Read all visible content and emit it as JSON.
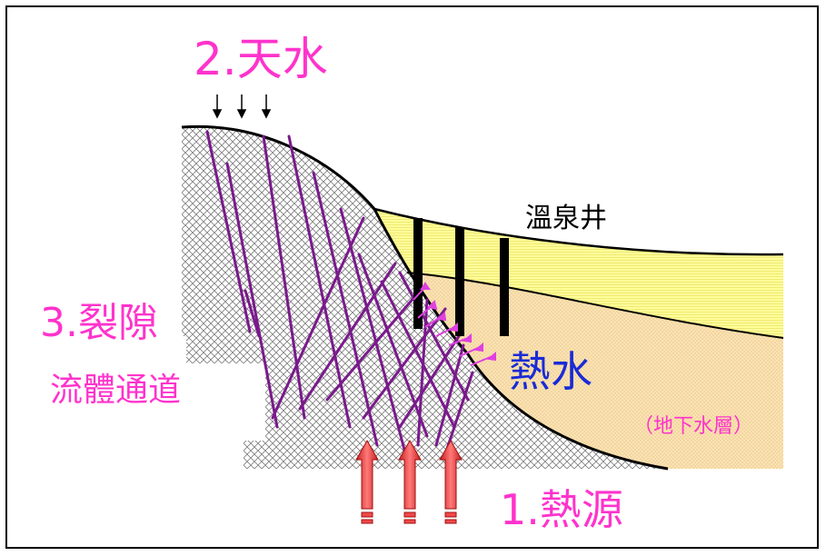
{
  "labels": {
    "rain": "2.天水",
    "fracture": "3.裂隙",
    "fluid_channel": "流體通道",
    "hot_spring_well": "溫泉井",
    "hot_water": "熱水",
    "aquifer": "（地下水層）",
    "heat_source": "1.熱源"
  },
  "colors": {
    "label_magenta": "#ff33cc",
    "hot_water_blue": "#1a2bd6",
    "fracture_purple": "#7a1a8c",
    "arrow_red": "#f04a4a",
    "sediment_yellow": "#ffff99",
    "aquifer_beige": "#f8d9a0",
    "rock_gray": "#b8b8b8"
  },
  "icons": [
    "rain-arrow-icon",
    "heat-arrow-icon",
    "seepage-arrow-icon"
  ]
}
